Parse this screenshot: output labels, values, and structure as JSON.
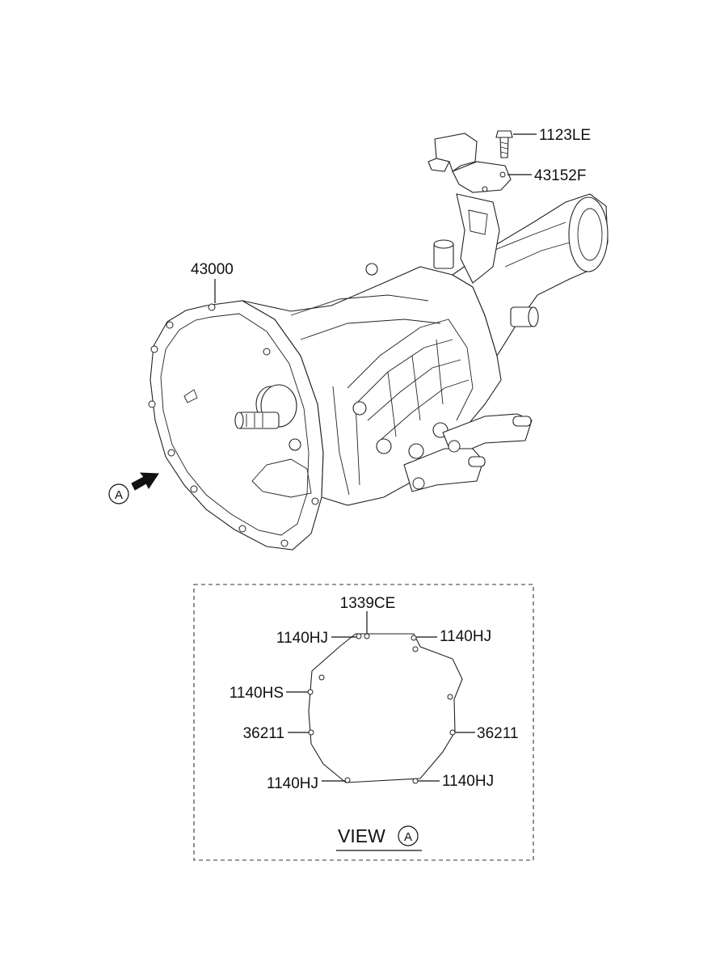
{
  "callouts": {
    "bolt": "1123LE",
    "bracket": "43152F",
    "transmission": "43000",
    "view_marker": "A"
  },
  "view": {
    "title_prefix": "VIEW",
    "title_marker": "A",
    "labels": {
      "top": "1339CE",
      "top_left": "1140HJ",
      "top_right": "1140HJ",
      "mid_left": "1140HS",
      "dowel_left": "36211",
      "dowel_right": "36211",
      "bottom_left": "1140HJ",
      "bottom_right": "1140HJ"
    }
  }
}
